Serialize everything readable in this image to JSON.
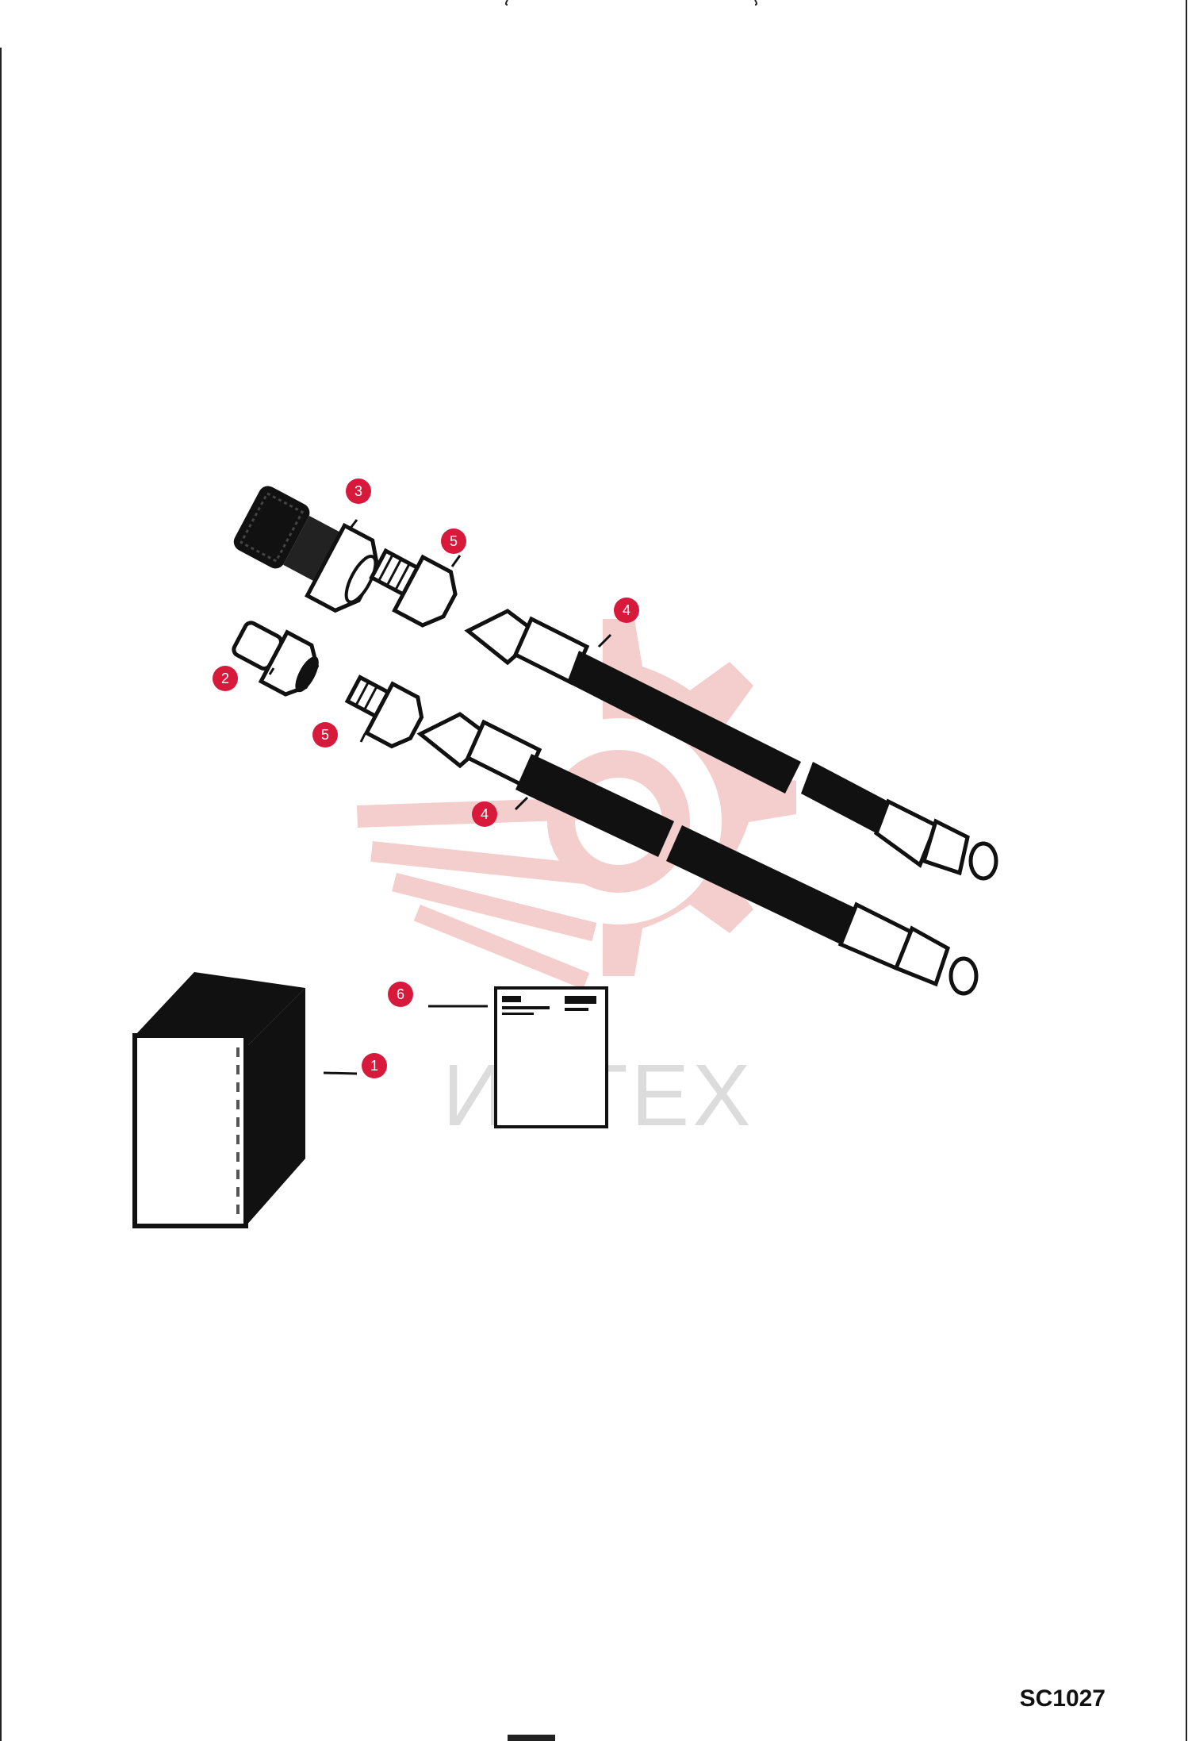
{
  "callouts": [
    {
      "id": "callout-1",
      "label": "1"
    },
    {
      "id": "callout-2",
      "label": "2"
    },
    {
      "id": "callout-3",
      "label": "3"
    },
    {
      "id": "callout-4a",
      "label": "4"
    },
    {
      "id": "callout-4b",
      "label": "4"
    },
    {
      "id": "callout-5a",
      "label": "5"
    },
    {
      "id": "callout-5b",
      "label": "5"
    },
    {
      "id": "callout-6",
      "label": "6"
    }
  ],
  "watermark": {
    "text": "ИНТЕХ"
  },
  "figure_code": "SC1027",
  "colors": {
    "callout": "#d71a3b",
    "ink": "#111111",
    "watermark": "#f3c4c4"
  }
}
